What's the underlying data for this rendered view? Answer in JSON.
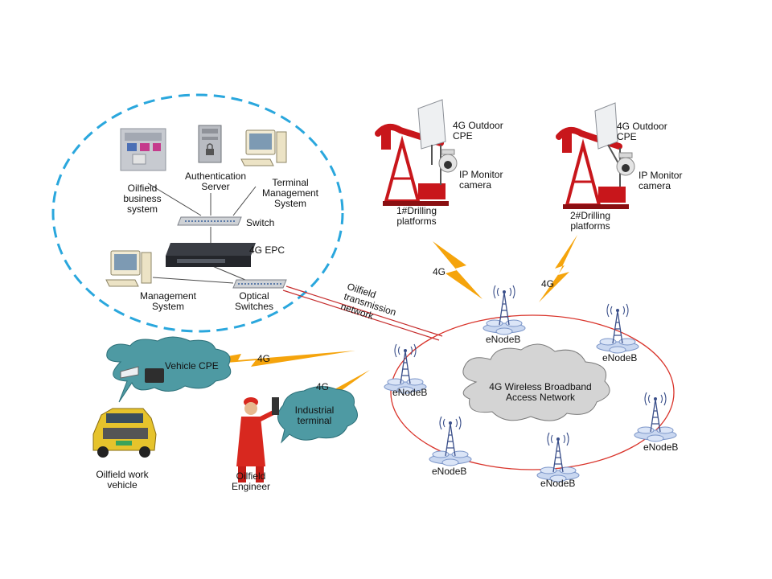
{
  "labels": {
    "oilfield_business_system": "Oilfield\nbusiness\nsystem",
    "authentication_server": "Authentication\nServer",
    "terminal_management_system": "Terminal\nManagement\nSystem",
    "switch": "Switch",
    "epc": "4G EPC",
    "management_system": "Management\nSystem",
    "optical_switches": "Optical\nSwitches",
    "transmission_network": "Oilfield\ntransmission\nnetwork",
    "outdoor_cpe_1": "4G Outdoor\nCPE",
    "ip_camera_1": "IP Monitor\ncamera",
    "drilling_platform_1": "1#Drilling\nplatforms",
    "outdoor_cpe_2": "4G Outdoor\nCPE",
    "ip_camera_2": "IP Monitor\ncamera",
    "drilling_platform_2": "2#Drilling\nplatforms",
    "link_4g_1": "4G",
    "link_4g_2": "4G",
    "link_4g_vehicle": "4G",
    "link_4g_terminal": "4G",
    "vehicle_cpe": "Vehicle CPE",
    "industrial_terminal": "Industrial\nterminal",
    "work_vehicle": "Oilfield work\nvehicle",
    "engineer": "Oilfield\nEngineer",
    "wireless_network": "4G Wireless Broadband\nAccess Network",
    "enodeb_top": "eNodeB",
    "enodeb_right_top": "eNodeB",
    "enodeb_left": "eNodeB",
    "enodeb_right": "eNodeB",
    "enodeb_bottom_left": "eNodeB",
    "enodeb_bottom": "eNodeB"
  },
  "colors": {
    "core_boundary": "#2aa7dd",
    "ring": "#d9342b",
    "lightning": "#f5a40c",
    "cloud_gray": "#d4d4d4",
    "cloud_teal": "#4e9aa3",
    "pump_red": "#c8161b"
  },
  "icons": [
    "server-rack-icon",
    "computer-icon",
    "network-switch-icon",
    "antenna-tower-icon",
    "pump-jack-icon",
    "dome-camera-icon",
    "lightning-icon",
    "cloud-icon",
    "vehicle-icon",
    "engineer-icon"
  ]
}
